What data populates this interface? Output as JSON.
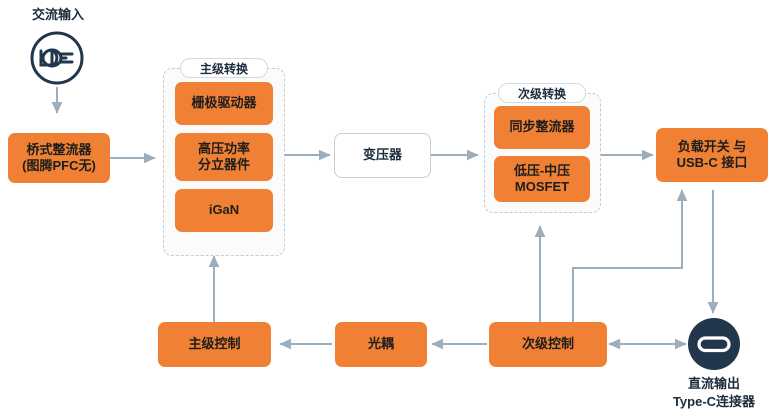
{
  "diagram": {
    "title": "AC-DC USB-C Power Adapter Block Diagram",
    "colors": {
      "block_orange": "#F08134",
      "wire_gray": "#9BAEBD",
      "dark_navy": "#22374C",
      "group_dash": "#C3CCD4",
      "text_dark": "#1D2C3C"
    },
    "labels": {
      "ac_input": "交流输入",
      "dc_output": "直流输出\nType-C连接器"
    },
    "groups": [
      {
        "id": "primary",
        "label": "主级转换"
      },
      {
        "id": "secondary",
        "label": "次级转换"
      }
    ],
    "blocks": [
      {
        "id": "bridge-rectifier",
        "label": "桥式整流器\n(图腾PFC无)",
        "style": "orange"
      },
      {
        "id": "gate-driver",
        "label": "栅极驱动器",
        "style": "orange"
      },
      {
        "id": "hv-power-discrete",
        "label": "高压功率\n分立器件",
        "style": "orange"
      },
      {
        "id": "igan",
        "label": "iGaN",
        "style": "orange"
      },
      {
        "id": "transformer",
        "label": "变压器",
        "style": "plain"
      },
      {
        "id": "sync-rectifier",
        "label": "同步整流器",
        "style": "orange"
      },
      {
        "id": "lv-mv-mosfet",
        "label": "低压-中压\nMOSFET",
        "style": "orange"
      },
      {
        "id": "load-switch-usbc",
        "label": "负载开关 与\nUSB-C 接口",
        "style": "orange"
      },
      {
        "id": "primary-control",
        "label": "主级控制",
        "style": "orange"
      },
      {
        "id": "optocoupler",
        "label": "光耦",
        "style": "orange"
      },
      {
        "id": "secondary-control",
        "label": "次级控制",
        "style": "orange"
      }
    ],
    "icons": [
      {
        "id": "ac-plug-icon",
        "name": "ac-plug-icon"
      },
      {
        "id": "usb-c-port-icon",
        "name": "usb-c-port-icon"
      }
    ],
    "connections": [
      {
        "from": "ac-plug-icon",
        "to": "bridge-rectifier",
        "direction": "down"
      },
      {
        "from": "bridge-rectifier",
        "to": "primary",
        "direction": "right"
      },
      {
        "from": "primary",
        "to": "transformer",
        "direction": "right"
      },
      {
        "from": "transformer",
        "to": "secondary",
        "direction": "right"
      },
      {
        "from": "secondary",
        "to": "load-switch-usbc",
        "direction": "right"
      },
      {
        "from": "load-switch-usbc",
        "to": "usb-c-port-icon",
        "direction": "down"
      },
      {
        "from": "primary-control",
        "to": "primary",
        "direction": "up"
      },
      {
        "from": "secondary-control",
        "to": "secondary",
        "direction": "up"
      },
      {
        "from": "secondary-control",
        "to": "load-switch-usbc",
        "direction": "elbow-up-right"
      },
      {
        "from": "optocoupler",
        "to": "primary-control",
        "direction": "left"
      },
      {
        "from": "secondary-control",
        "to": "optocoupler",
        "direction": "left"
      },
      {
        "from": "secondary-control",
        "to": "usb-c-port-icon",
        "direction": "bidirectional"
      }
    ]
  }
}
